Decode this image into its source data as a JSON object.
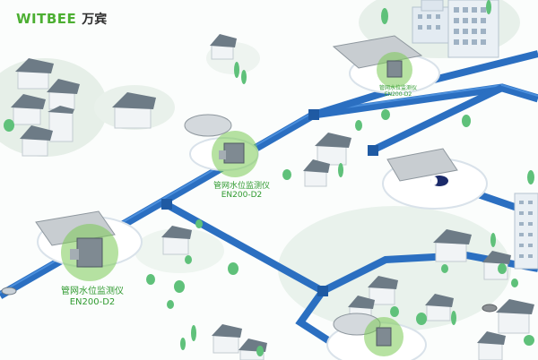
{
  "brand": {
    "name_en": "WITBEE",
    "name_cn": "万宾"
  },
  "devices": [
    {
      "name": "管网水位监测仪",
      "model": "EN200-D2"
    },
    {
      "name": "管网水位监测仪",
      "model": "EN200-D2"
    },
    {
      "name": "管网水位监测仪",
      "model": "EN200-D2"
    }
  ],
  "colors": {
    "pipe": "#2b6fc1",
    "pipe_light": "#3f86d6",
    "device_glow": "#7ccb55",
    "label_green": "#2f9a2f",
    "brand_green": "#4caf32",
    "ground": "#e8f2ea",
    "house_roof": "#6d7b86",
    "house_wall": "#f1f4f6",
    "tree": "#5fc17a"
  }
}
